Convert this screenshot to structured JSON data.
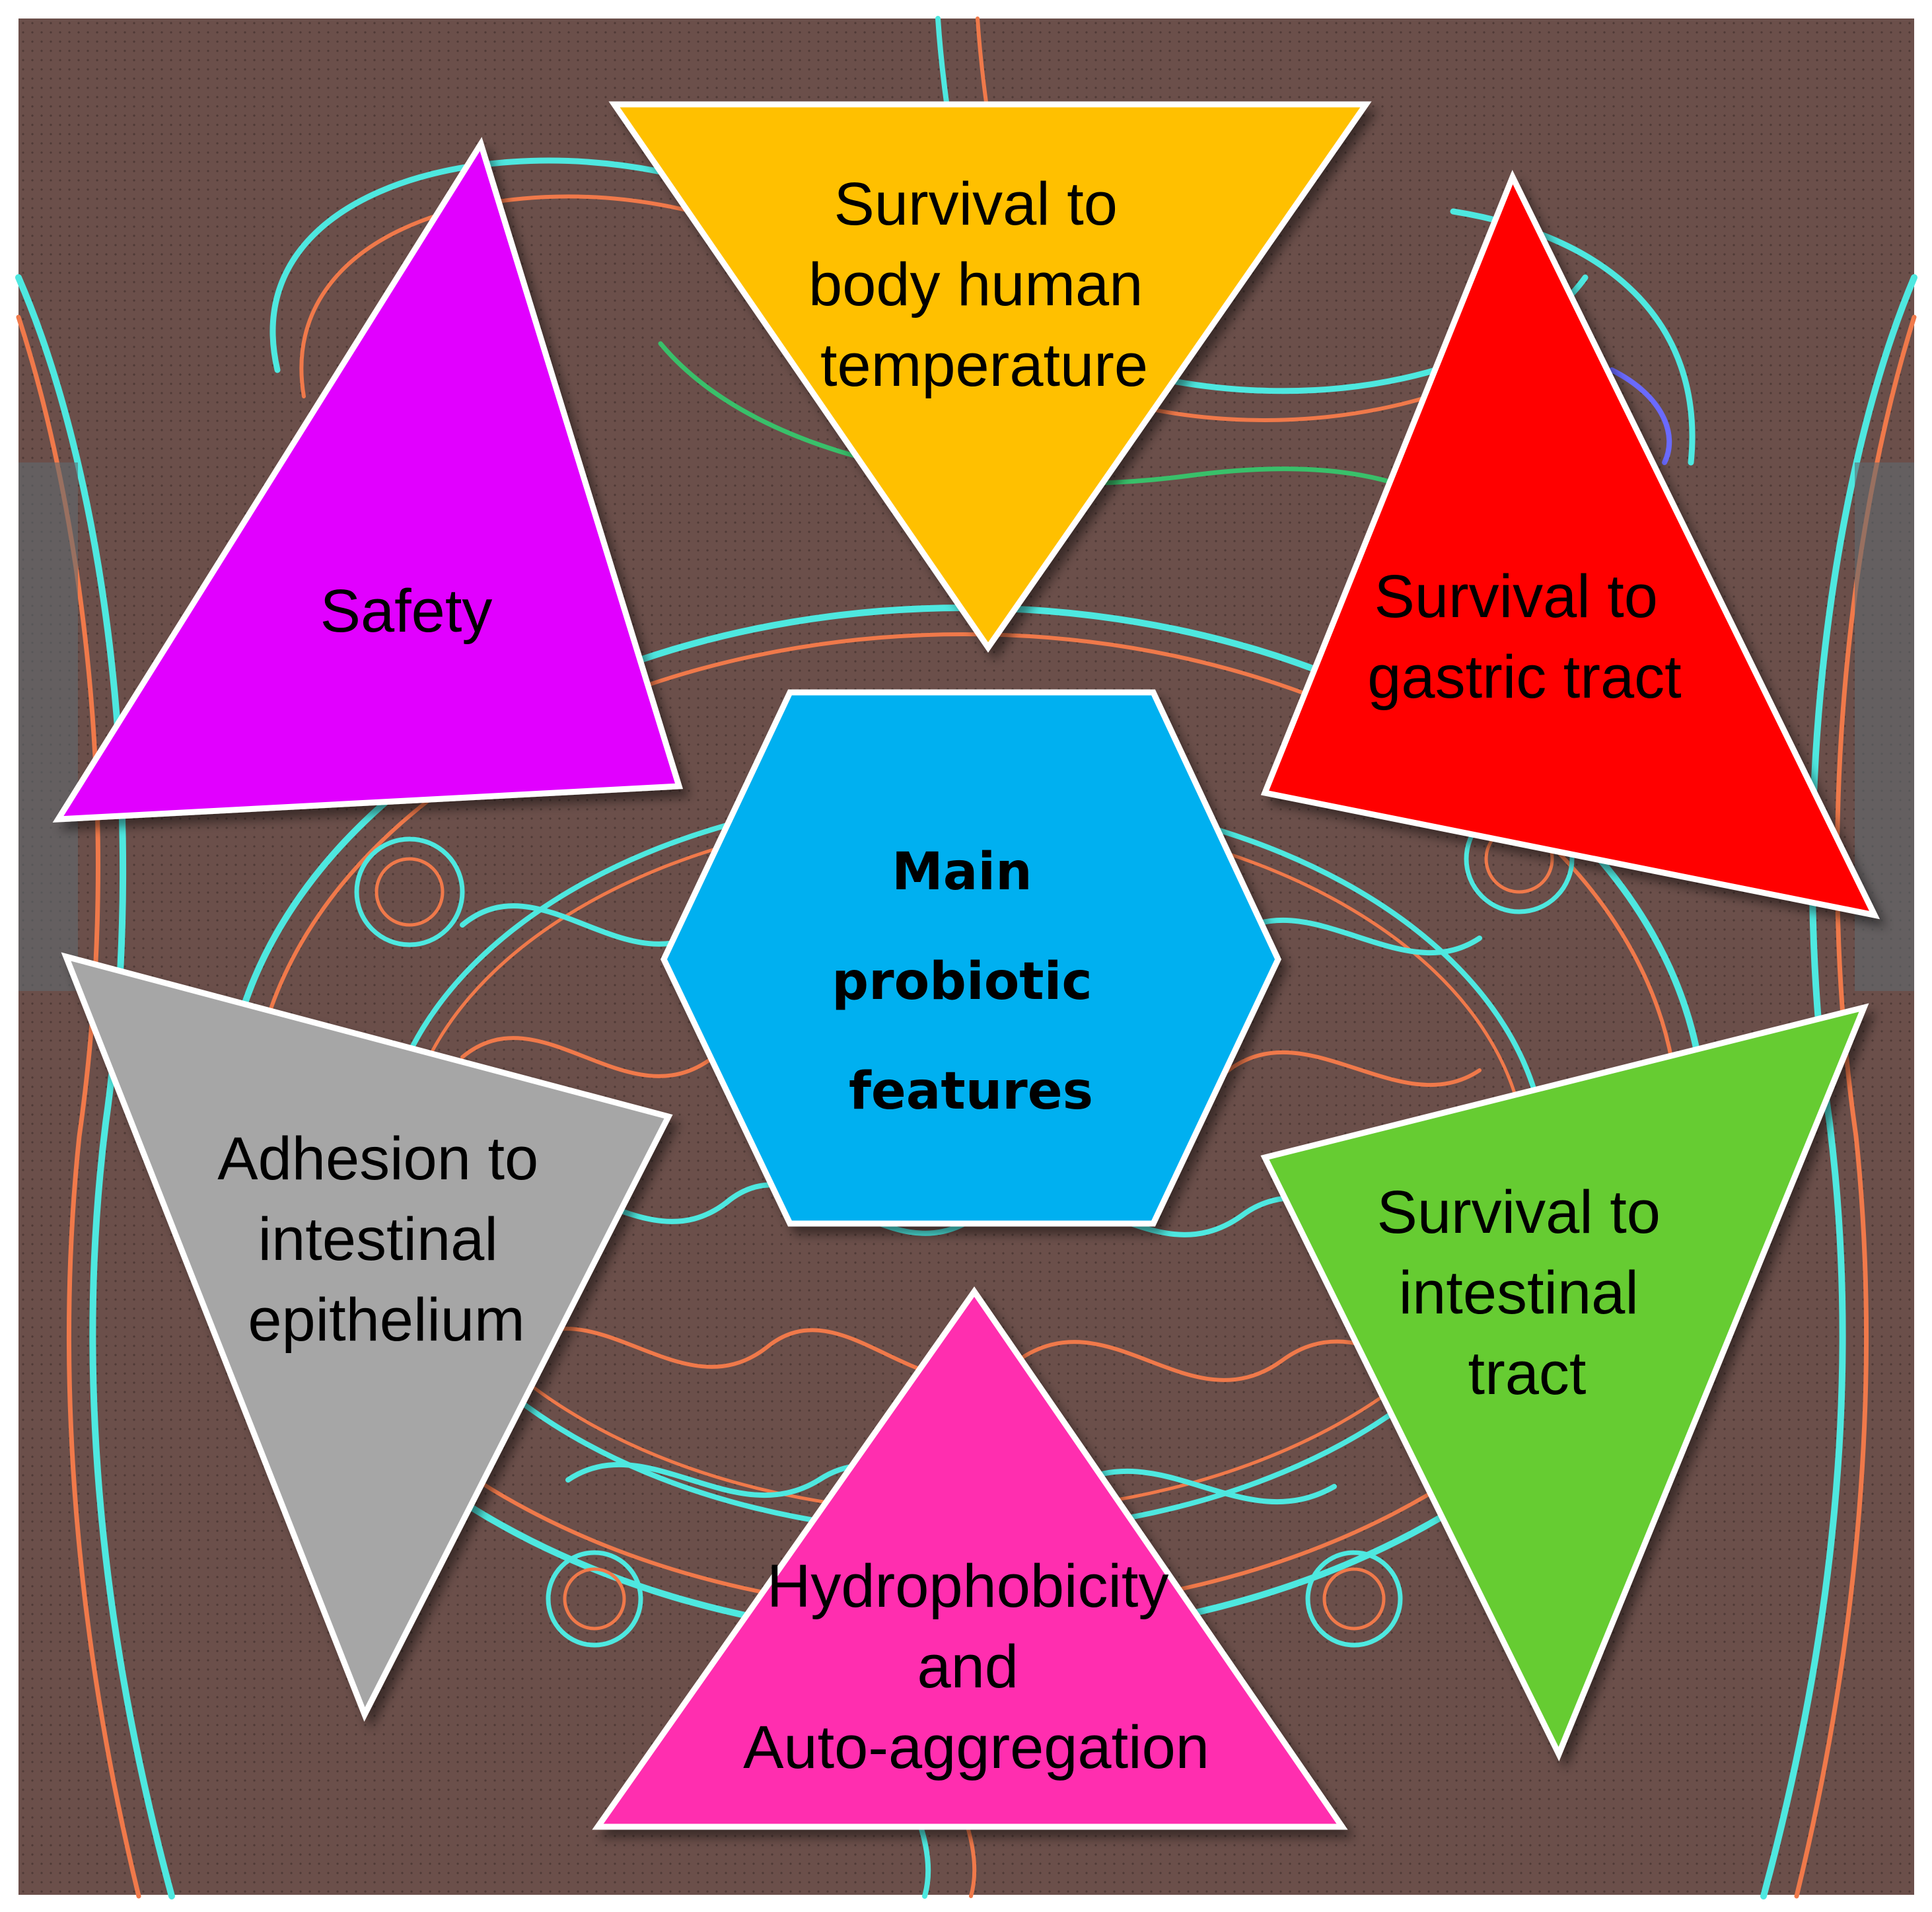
{
  "center": {
    "lines": [
      "Main",
      "probiotic",
      "features"
    ],
    "color": "#00b0f0"
  },
  "features": [
    {
      "id": "safety",
      "lines": [
        "Safety"
      ],
      "color": "#e100ff"
    },
    {
      "id": "temperature",
      "lines": [
        "Survival to",
        "body human",
        "temperature"
      ],
      "color": "#ffc000"
    },
    {
      "id": "gastric",
      "lines": [
        "Survival to",
        "gastric tract"
      ],
      "color": "#ff0000"
    },
    {
      "id": "intestinal",
      "lines": [
        "Survival to",
        "intestinal",
        "tract"
      ],
      "color": "#66cc33"
    },
    {
      "id": "hydrophobicity",
      "lines": [
        "Hydrophobicity",
        "and",
        "Auto-aggregation"
      ],
      "color": "#ff2faf"
    },
    {
      "id": "adhesion",
      "lines": [
        "Adhesion to",
        "intestinal",
        "epithelium"
      ],
      "color": "#a6a6a6"
    }
  ],
  "colors": {
    "background": "#6b4f4a",
    "shape_border": "#ffffff",
    "outline_cyan": "#4ee8e0",
    "outline_orange": "#f0794a",
    "outline_green": "#39c06a"
  }
}
